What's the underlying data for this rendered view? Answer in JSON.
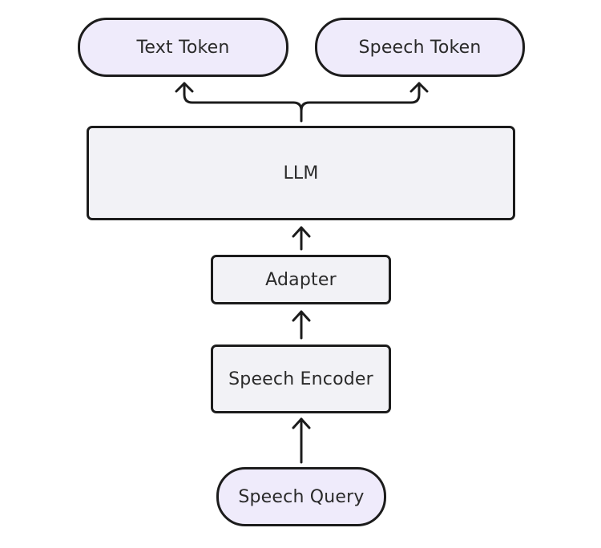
{
  "diagram": {
    "nodes": {
      "text_token": "Text Token",
      "speech_token": "Speech Token",
      "llm": "LLM",
      "adapter": "Adapter",
      "speech_encoder": "Speech Encoder",
      "speech_query": "Speech Query"
    },
    "edges": [
      {
        "from": "speech_query",
        "to": "speech_encoder"
      },
      {
        "from": "speech_encoder",
        "to": "adapter"
      },
      {
        "from": "adapter",
        "to": "llm"
      },
      {
        "from": "llm",
        "to": "text_token"
      },
      {
        "from": "llm",
        "to": "speech_token"
      }
    ],
    "colors": {
      "stroke": "#1c1c1c",
      "pill_fill": "#efebfb",
      "box_fill": "#f2f2f6",
      "text": "#2a2a2a"
    }
  }
}
